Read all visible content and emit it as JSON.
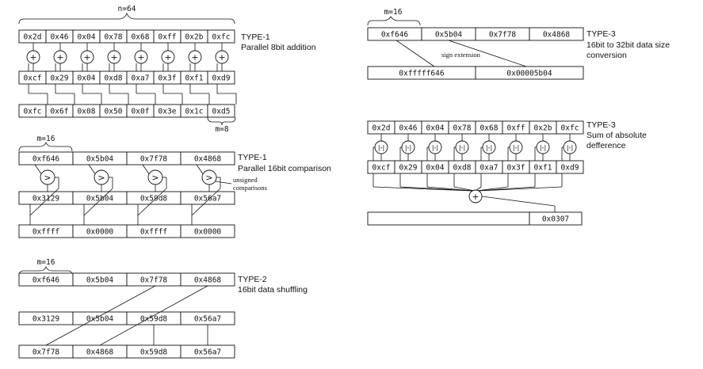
{
  "add8": {
    "width_label": "n=64",
    "row_a": [
      "0x2d",
      "0x46",
      "0x04",
      "0x78",
      "0x68",
      "0xff",
      "0x2b",
      "0xfc"
    ],
    "row_b": [
      "0xcf",
      "0x29",
      "0x04",
      "0xd8",
      "0xa7",
      "0x3f",
      "0xf1",
      "0xd9"
    ],
    "row_r": [
      "0xfc",
      "0x6f",
      "0x08",
      "0x50",
      "0x0f",
      "0x3e",
      "0x1c",
      "0xd5"
    ],
    "op": "+",
    "elem_label": "m=8",
    "type": "TYPE-1",
    "desc": "Parallel 8bit addition"
  },
  "cmp16": {
    "width_label": "m=16",
    "row_a": [
      "0xf646",
      "0x5b04",
      "0x7f78",
      "0x4868"
    ],
    "row_b": [
      "0x3129",
      "0x5b04",
      "0x59d8",
      "0x56a7"
    ],
    "row_r": [
      "0xffff",
      "0x0000",
      "0xffff",
      "0x0000"
    ],
    "op": ">",
    "note_1": "unsigned",
    "note_2": "comparisons",
    "type": "TYPE-1",
    "desc": "Parallel 16bit comparison"
  },
  "shuf16": {
    "width_label": "m=16",
    "row_a": [
      "0xf646",
      "0x5b04",
      "0x7f78",
      "0x4868"
    ],
    "row_b": [
      "0x3129",
      "0x5b04",
      "0x59d8",
      "0x56a7"
    ],
    "row_r": [
      "0x7f78",
      "0x4868",
      "0x59d8",
      "0x56a7"
    ],
    "type": "TYPE-2",
    "desc": "16bit data shuffling"
  },
  "ext32": {
    "width_label": "m=16",
    "row_a": [
      "0xf646",
      "0x5b04",
      "0x7f78",
      "0x4868"
    ],
    "row_r": [
      "0xfffff646",
      "0x00005b04"
    ],
    "note": "sign extension",
    "type": "TYPE-3",
    "desc_1": "16bit to 32bit data size",
    "desc_2": "conversion"
  },
  "sad": {
    "row_a": [
      "0x2d",
      "0x46",
      "0x04",
      "0x78",
      "0x68",
      "0xff",
      "0x2b",
      "0xfc"
    ],
    "row_b": [
      "0xcf",
      "0x29",
      "0x04",
      "0xd8",
      "0xa7",
      "0x3f",
      "0xf1",
      "0xd9"
    ],
    "op": "|-|",
    "sum_op": "+",
    "result": "0x0307",
    "type": "TYPE-3",
    "desc_1": "Sum of absolute",
    "desc_2": "defference"
  }
}
